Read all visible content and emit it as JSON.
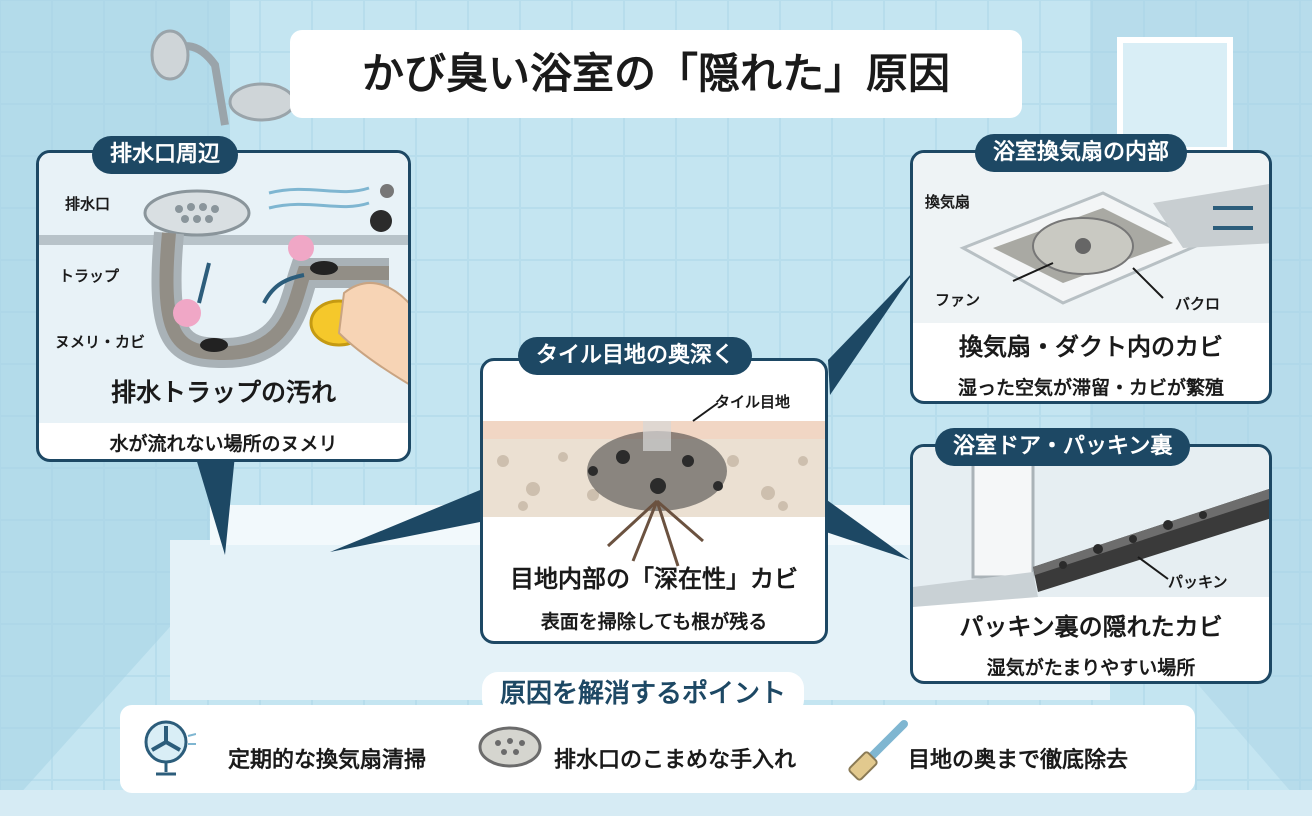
{
  "title": "かび臭い浴室の「隠れた」原因",
  "panels": {
    "drain": {
      "tag": "排水口周辺",
      "labels": {
        "drain": "排水口",
        "trap": "トラップ",
        "slime": "ヌメリ・カビ"
      },
      "caption": "排水トラップの汚れ",
      "sub": "水が流れない場所のヌメリ"
    },
    "tile": {
      "tag": "タイル目地の奥深く",
      "labels": {
        "joint": "タイル目地"
      },
      "caption": "目地内部の「深在性」カビ",
      "sub": "表面を掃除しても根が残る"
    },
    "fan": {
      "tag": "浴室換気扇の内部",
      "labels": {
        "fan_unit": "換気扇",
        "fan": "ファン",
        "bacteria": "バクロ"
      },
      "caption": "換気扇・ダクト内のカビ",
      "sub": "湿った空気が滞留・カビが繁殖"
    },
    "door": {
      "tag": "浴室ドア・パッキン裏",
      "labels": {
        "packing": "パッキン"
      },
      "caption": "パッキン裏の隠れたカビ",
      "sub": "湿気がたまりやすい場所"
    }
  },
  "points": {
    "heading": "原因を解消するポイント",
    "items": [
      {
        "icon": "fan-icon",
        "text": "定期的な換気扇清掃"
      },
      {
        "icon": "drain-cover-icon",
        "text": "排水口のこまめな手入れ"
      },
      {
        "icon": "brush-icon",
        "text": "目地の奥まで徹底除去"
      }
    ]
  },
  "colors": {
    "navy": "#1d4864",
    "tile": "#bfe2ef",
    "mold": "#2b2b2b"
  }
}
